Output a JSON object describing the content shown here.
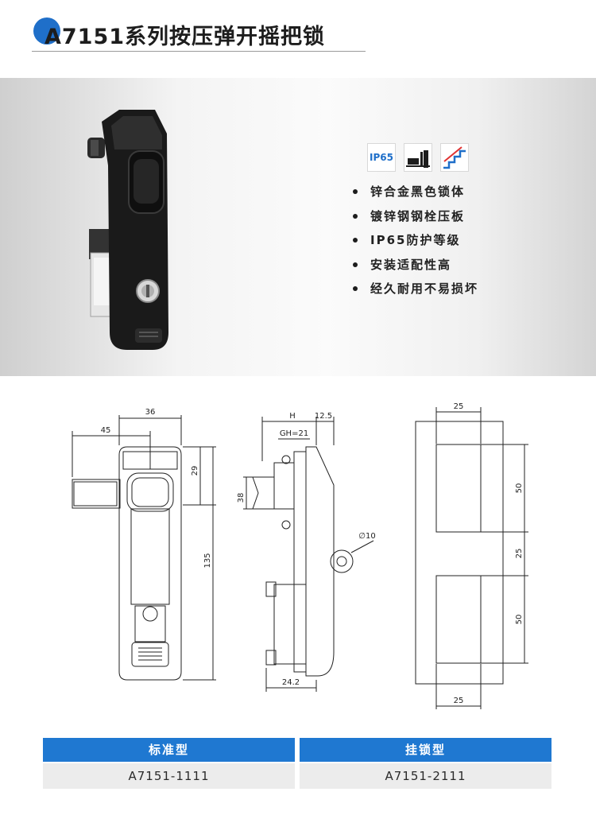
{
  "title": "A7151系列按压弹开摇把锁",
  "badges": {
    "ip_label": "IP65",
    "icon_2": "panel-mount-icon",
    "icon_3": "stairs-icon"
  },
  "features": [
    "锌合金黑色锁体",
    "镀锌钢钢栓压板",
    "IP65防护等级",
    "安装适配性高",
    "经久耐用不易损坏"
  ],
  "drawing": {
    "front": {
      "width_top": "36",
      "width_left": "45",
      "height_top": "29",
      "height_total": "135"
    },
    "side": {
      "h": "H",
      "offset": "12.5",
      "gh": "GH=21",
      "height": "38",
      "diameter": "∅10",
      "depth": "24.2"
    },
    "cutout": {
      "top": "25",
      "h1": "50",
      "gap": "25",
      "h2": "50",
      "bottom": "25"
    }
  },
  "table": {
    "headers": [
      "标准型",
      "挂锁型"
    ],
    "rows": [
      [
        "A7151-1111",
        "A7151-2111"
      ]
    ]
  },
  "colors": {
    "accent": "#1f78d1",
    "title_dot": "#1f6fc9"
  }
}
